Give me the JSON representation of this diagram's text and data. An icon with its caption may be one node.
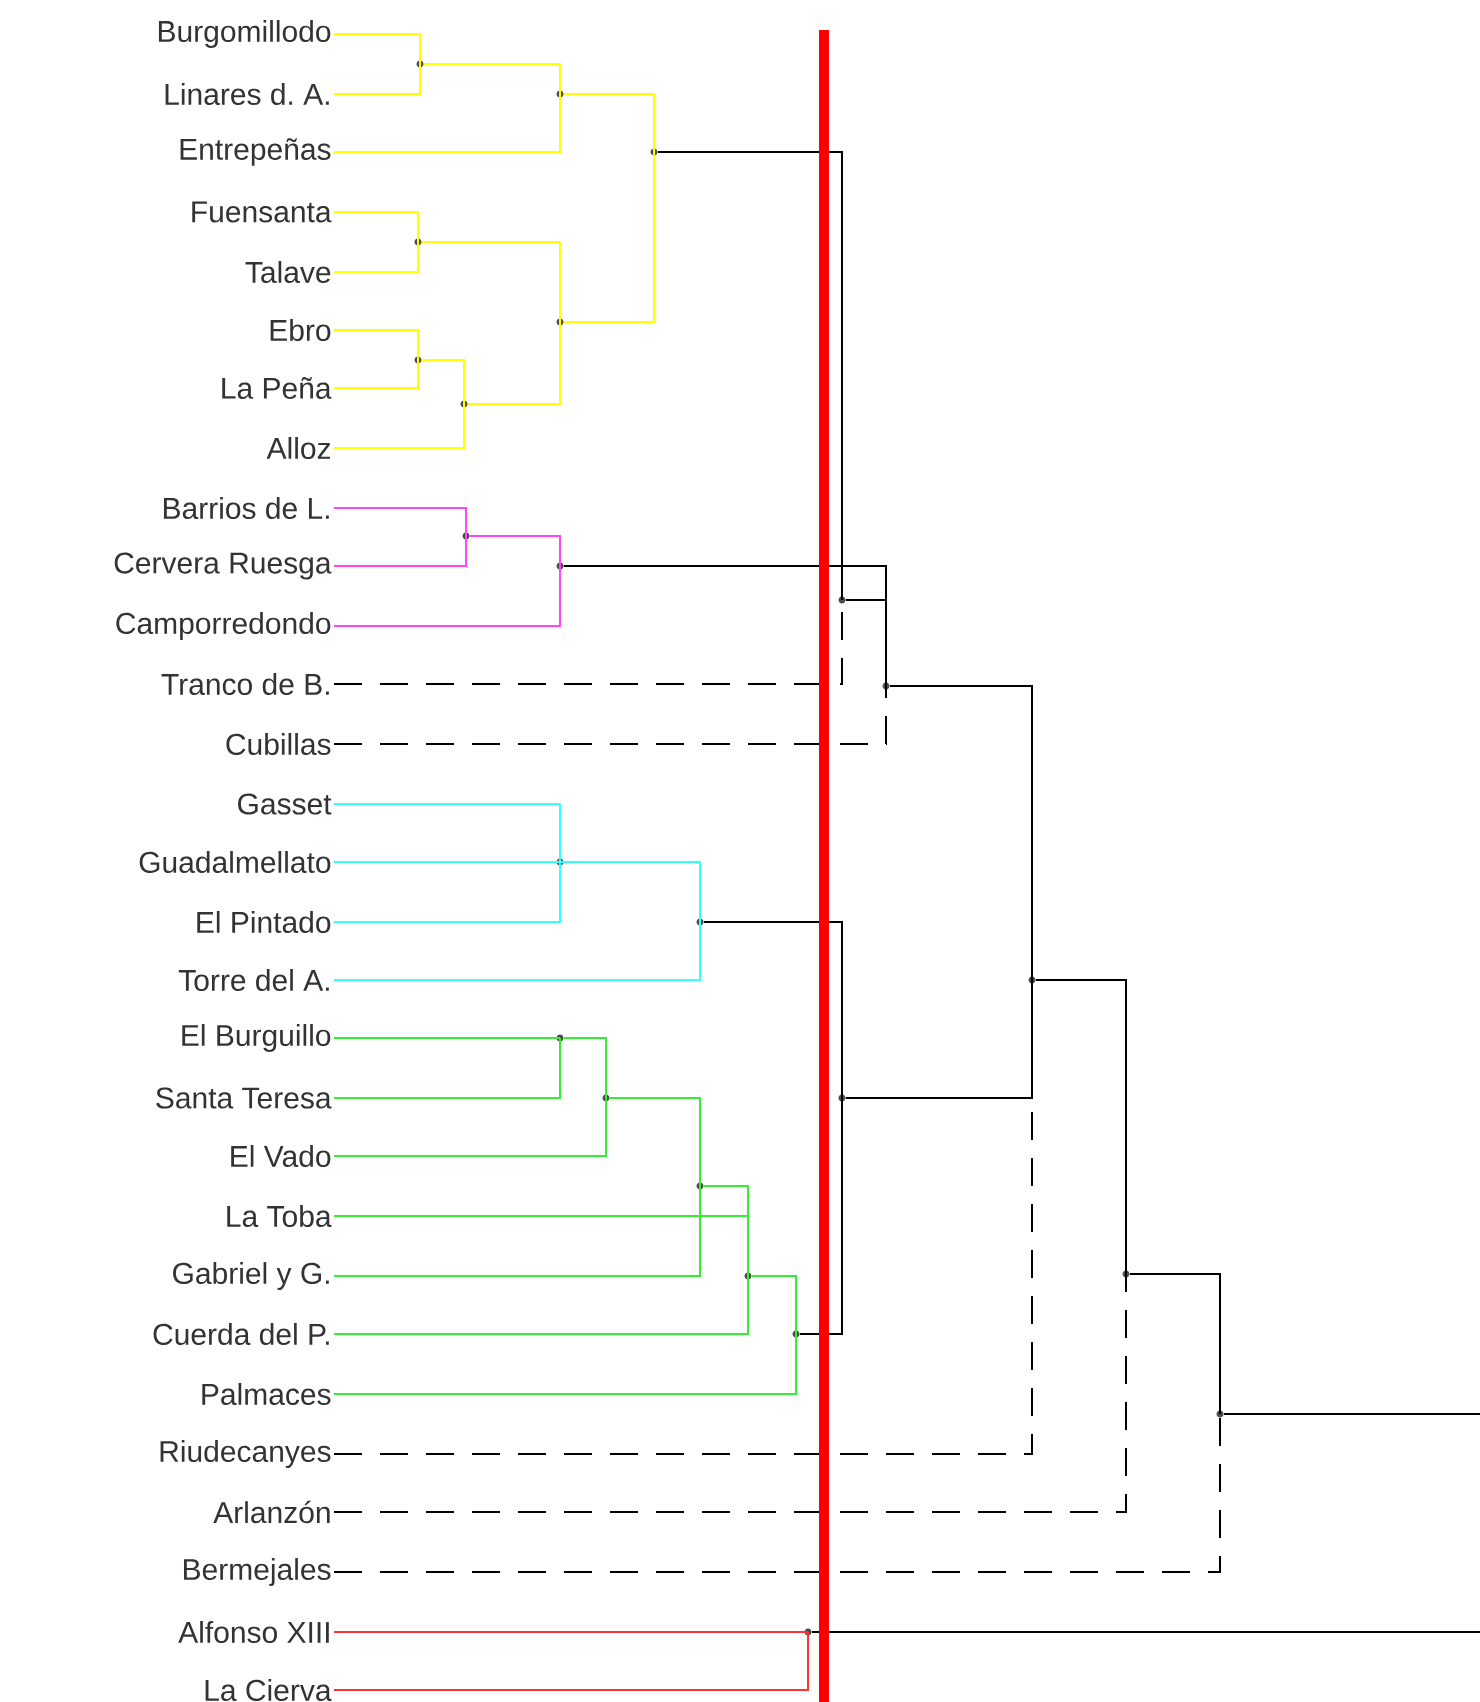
{
  "diagram": {
    "nodes": [
      {
        "text": [
          "Burgomillodo"
        ]
      },
      {
        "text": [
          "Linares d. A."
        ]
      },
      {
        "text": [
          "Entrepeñas"
        ]
      },
      {
        "text": [
          "Fuensanta"
        ]
      },
      {
        "text": [
          "Talave"
        ]
      },
      {
        "text": [
          "Ebro"
        ]
      },
      {
        "text": [
          "La Peña"
        ]
      },
      {
        "text": [
          "Alloz"
        ]
      },
      {
        "text": [
          "Barrios de L."
        ]
      },
      {
        "text": [
          "Cervera Ruesga"
        ]
      },
      {
        "text": [
          "Camporredondo"
        ]
      },
      {
        "text": [
          "Tranco de B."
        ]
      },
      {
        "text": [
          "Cubillas"
        ]
      },
      {
        "text": [
          "Gasset"
        ]
      },
      {
        "text": [
          "Guadalmellato"
        ]
      },
      {
        "text": [
          "El Pintado"
        ]
      },
      {
        "text": [
          "Torre del A."
        ]
      },
      {
        "text": [
          "El Burguillo"
        ]
      },
      {
        "text": [
          "Santa Teresa"
        ]
      },
      {
        "text": [
          "El Vado"
        ]
      },
      {
        "text": [
          "La Toba"
        ]
      },
      {
        "text": [
          "Gabriel y G."
        ]
      },
      {
        "text": [
          "Cuerda del P."
        ]
      },
      {
        "text": [
          "Palmaces"
        ]
      },
      {
        "text": [
          "Riudecanyes"
        ]
      },
      {
        "text": [
          "Arlanzón"
        ]
      },
      {
        "text": [
          "Bermejales"
        ]
      },
      {
        "text": [
          "Alfonso XIII"
        ]
      },
      {
        "text": [
          "La Cierva"
        ]
      },
      {
        "text": [],
        "shape": "point"
      },
      {
        "text": [],
        "shape": "point"
      },
      {
        "text": [],
        "shape": "point"
      },
      {
        "text": [],
        "shape": "point"
      },
      {
        "text": [],
        "shape": "point"
      },
      {
        "text": [],
        "shape": "point"
      },
      {
        "text": [],
        "shape": "point"
      },
      {
        "text": [],
        "shape": "point"
      },
      {
        "text": [],
        "shape": "point"
      },
      {
        "text": [],
        "shape": "point"
      },
      {
        "text": [],
        "shape": "point"
      },
      {
        "text": [],
        "shape": "point"
      },
      {
        "text": [],
        "shape": "point"
      },
      {
        "text": [],
        "shape": "point"
      },
      {
        "text": [],
        "shape": "point"
      },
      {
        "text": [],
        "shape": "point"
      },
      {
        "text": [],
        "shape": "point"
      },
      {
        "text": [],
        "shape": "point"
      },
      {
        "text": [],
        "shape": "point"
      },
      {
        "text": [],
        "shape": "point"
      },
      {
        "text": [],
        "shape": "point"
      },
      {
        "text": [],
        "shape": "point"
      },
      {
        "text": [],
        "shape": "point"
      }
    ],
    "edges": [
      {
        "from": 0,
        "to": 29,
        "arrow": "none",
        "color": "#ffff00"
      },
      {
        "from": 1,
        "to": 29,
        "arrow": "none",
        "color": "#ffff00"
      },
      {
        "from": 29,
        "to": 30,
        "arrow": "none",
        "color": "#ffff00"
      },
      {
        "from": 2,
        "to": 30,
        "arrow": "none",
        "color": "#ffff00"
      },
      {
        "from": 3,
        "to": 31,
        "arrow": "none",
        "color": "#ffff00"
      },
      {
        "from": 4,
        "to": 31,
        "arrow": "none",
        "color": "#ffff00"
      },
      {
        "from": 5,
        "to": 32,
        "arrow": "none",
        "color": "#ffff00"
      },
      {
        "from": 6,
        "to": 32,
        "arrow": "none",
        "color": "#ffff00"
      },
      {
        "from": 32,
        "to": 33,
        "arrow": "none",
        "color": "#ffff00"
      },
      {
        "from": 7,
        "to": 33,
        "arrow": "none",
        "color": "#ffff00"
      },
      {
        "from": 31,
        "to": 34,
        "arrow": "none",
        "color": "#ffff00"
      },
      {
        "from": 33,
        "to": 34,
        "arrow": "none",
        "color": "#ffff00"
      },
      {
        "from": 30,
        "to": 35,
        "arrow": "none",
        "color": "#ffff00"
      },
      {
        "from": 34,
        "to": 35,
        "arrow": "none",
        "color": "#ffff00"
      },
      {
        "from": 8,
        "to": 36,
        "arrow": "none",
        "color": "#ff44ff"
      },
      {
        "from": 9,
        "to": 36,
        "arrow": "none",
        "color": "#ff44ff"
      },
      {
        "from": 36,
        "to": 37,
        "arrow": "none",
        "color": "#ff44ff"
      },
      {
        "from": 10,
        "to": 37,
        "arrow": "none",
        "color": "#ff44ff"
      },
      {
        "from": 35,
        "to": 38,
        "arrow": "none"
      },
      {
        "from": 11,
        "to": 38,
        "arrow": "none",
        "style": "dashed"
      },
      {
        "from": 37,
        "to": 39,
        "arrow": "none"
      },
      {
        "from": 38,
        "to": 39,
        "arrow": "none"
      },
      {
        "from": 12,
        "to": 39,
        "arrow": "none",
        "style": "dashed"
      },
      {
        "from": 13,
        "to": 40,
        "arrow": "none",
        "color": "#33ffff"
      },
      {
        "from": 15,
        "to": 40,
        "arrow": "none",
        "color": "#33ffff"
      },
      {
        "from": 40,
        "to": 41,
        "arrow": "none",
        "color": "#33ffff"
      },
      {
        "from": 14,
        "to": 41,
        "arrow": "none",
        "color": "#33ffff"
      },
      {
        "from": 16,
        "to": 41,
        "arrow": "none",
        "color": "#33ffff"
      },
      {
        "from": 17,
        "to": 42,
        "arrow": "none",
        "color": "#33ee33"
      },
      {
        "from": 18,
        "to": 42,
        "arrow": "none",
        "color": "#33ee33"
      },
      {
        "from": 42,
        "to": 43,
        "arrow": "none",
        "color": "#33ee33"
      },
      {
        "from": 19,
        "to": 43,
        "arrow": "none",
        "color": "#33ee33"
      },
      {
        "from": 43,
        "to": 44,
        "arrow": "none",
        "color": "#33ee33"
      },
      {
        "from": 21,
        "to": 44,
        "arrow": "none",
        "color": "#33ee33"
      },
      {
        "from": 44,
        "to": 45,
        "arrow": "none",
        "color": "#33ee33"
      },
      {
        "from": 20,
        "to": 45,
        "arrow": "none",
        "color": "#33ee33"
      },
      {
        "from": 22,
        "to": 45,
        "arrow": "none",
        "color": "#33ee33"
      },
      {
        "from": 45,
        "to": 46,
        "arrow": "none",
        "color": "#33ee33"
      },
      {
        "from": 23,
        "to": 46,
        "arrow": "none",
        "color": "#33ee33"
      },
      {
        "from": 41,
        "to": 47,
        "arrow": "none"
      },
      {
        "from": 46,
        "to": 47,
        "arrow": "none"
      },
      {
        "from": 39,
        "to": 48,
        "arrow": "none"
      },
      {
        "from": 47,
        "to": 48,
        "arrow": "none"
      },
      {
        "from": 24,
        "to": 48,
        "arrow": "none",
        "style": "dashed"
      },
      {
        "from": 48,
        "to": 49,
        "arrow": "none"
      },
      {
        "from": 25,
        "to": 49,
        "arrow": "none",
        "style": "dashed"
      },
      {
        "from": 49,
        "to": 50,
        "arrow": "none"
      },
      {
        "from": 26,
        "to": 50,
        "arrow": "none",
        "style": "dashed"
      },
      {
        "from": 27,
        "to": 51,
        "arrow": "none",
        "color": "#ff3333"
      },
      {
        "from": 28,
        "to": 51,
        "arrow": "none",
        "color": "#ff3333"
      },
      {
        "from": 50,
        "to": null,
        "arrow": "none"
      },
      {
        "from": 51,
        "to": null,
        "arrow": "none"
      }
    ]
  }
}
